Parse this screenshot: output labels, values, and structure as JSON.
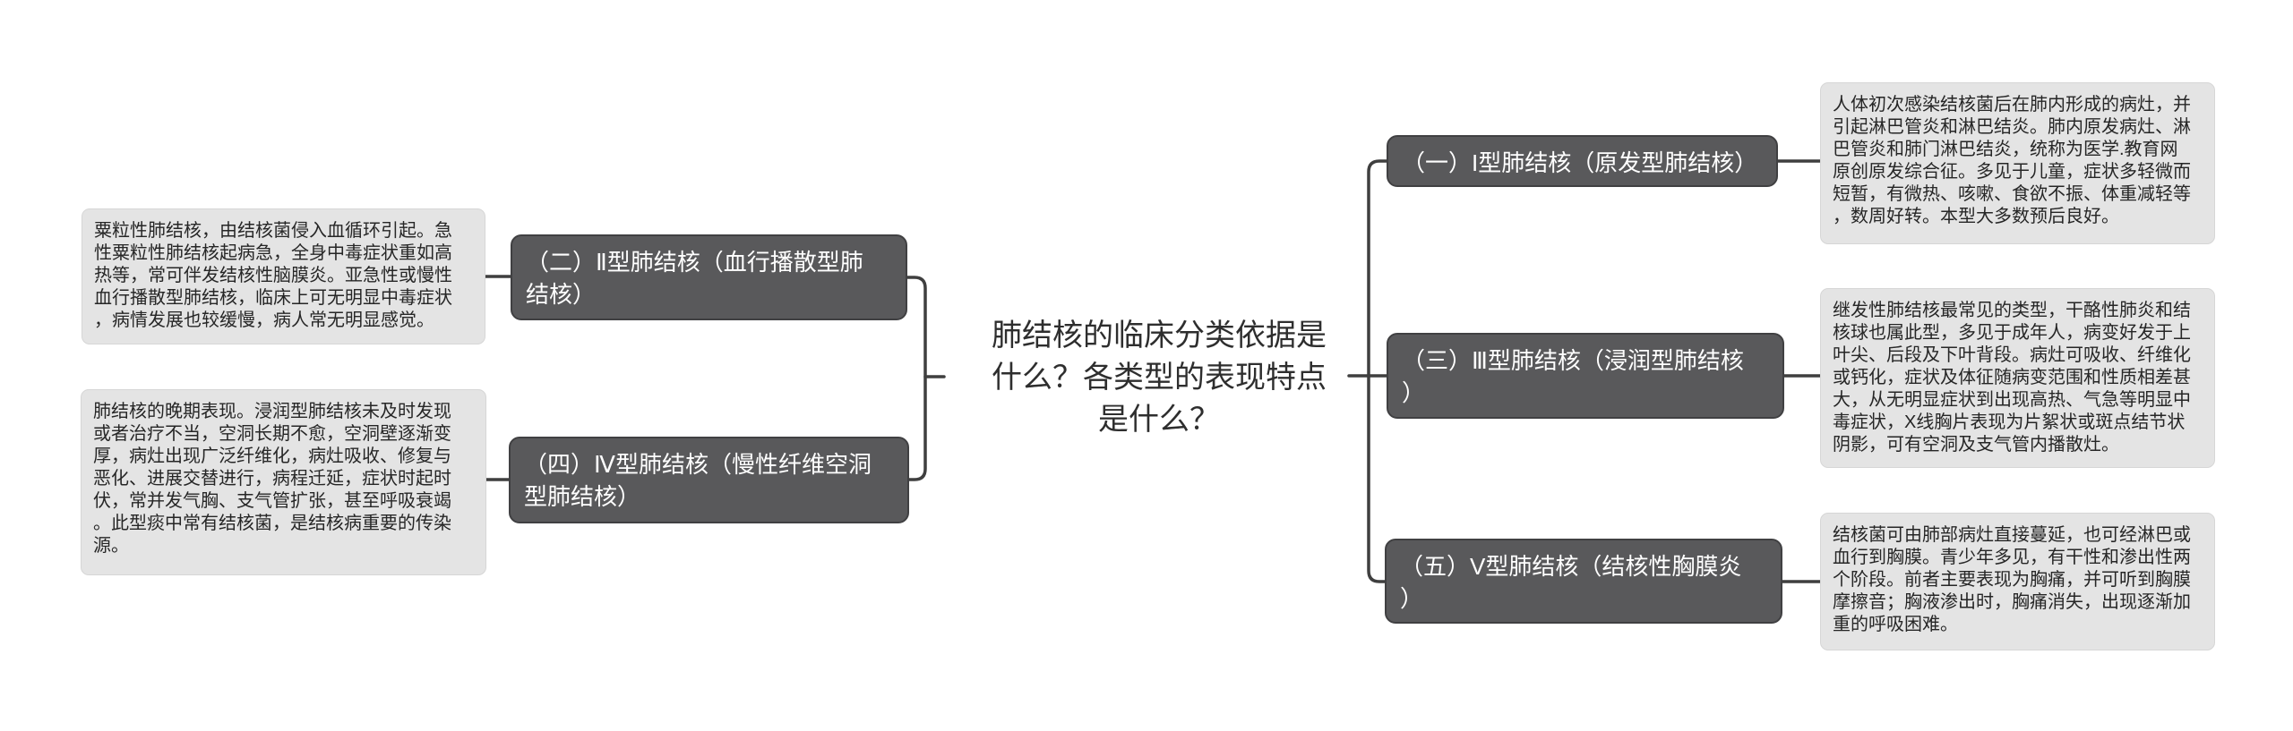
{
  "center": {
    "title": "肺结核的临床分类依据是\n什么？各类型的表现特点\n是什么？"
  },
  "left_branch": {
    "nodes": [
      {
        "label": "（二）Ⅱ型肺结核（血行播散型肺\n结核）",
        "note": "粟粒性肺结核，由结核菌侵入血循环引起。急\n性粟粒性肺结核起病急，全身中毒症状重如高\n热等，常可伴发结核性脑膜炎。亚急性或慢性\n血行播散型肺结核，临床上可无明显中毒症状\n，病情发展也较缓慢，病人常无明显感觉。"
      },
      {
        "label": "（四）Ⅳ型肺结核（慢性纤维空洞\n型肺结核）",
        "note": "肺结核的晚期表现。浸润型肺结核未及时发现\n或者治疗不当，空洞长期不愈，空洞壁逐渐变\n厚，病灶出现广泛纤维化，病灶吸收、修复与\n恶化、进展交替进行，病程迁延，症状时起时\n伏，常并发气胸、支气管扩张，甚至呼吸衰竭\n。此型痰中常有结核菌，是结核病重要的传染\n源。"
      }
    ]
  },
  "right_branch": {
    "nodes": [
      {
        "label": "（一）I型肺结核（原发型肺结核）",
        "note": "人体初次感染结核菌后在肺内形成的病灶，并\n引起淋巴管炎和淋巴结炎。肺内原发病灶、淋\n巴管炎和肺门淋巴结炎，统称为医学.教育网\n原创原发综合征。多见于儿童，症状多轻微而\n短暂，有微热、咳嗽、食欲不振、体重减轻等\n，数周好转。本型大多数预后良好。"
      },
      {
        "label": "（三）Ⅲ型肺结核（浸润型肺结核\n）",
        "note": "继发性肺结核最常见的类型，干酪性肺炎和结\n核球也属此型，多见于成年人，病变好发于上\n叶尖、后段及下叶背段。病灶可吸收、纤维化\n或钙化，症状及体征随病变范围和性质相差甚\n大，从无明显症状到出现高热、气急等明显中\n毒症状，X线胸片表现为片絮状或斑点结节状\n阴影，可有空洞及支气管内播散灶。"
      },
      {
        "label": "（五）V型肺结核（结核性胸膜炎\n）",
        "note": "结核菌可由肺部病灶直接蔓延，也可经淋巴或\n血行到胸膜。青少年多见，有干性和渗出性两\n个阶段。前者主要表现为胸痛，并可听到胸膜\n摩擦音；胸液渗出时，胸痛消失，出现逐渐加\n重的呼吸困难。"
      }
    ]
  },
  "colors": {
    "background": "#ffffff",
    "node_fill": "#59595b",
    "node_border": "#404042",
    "node_text": "#ffffff",
    "note_fill": "#e4e4e4",
    "note_border": "#d6d6d6",
    "note_text": "#262626",
    "connector_line": "#3f3f3f",
    "title_text": "#2e2e2e"
  }
}
